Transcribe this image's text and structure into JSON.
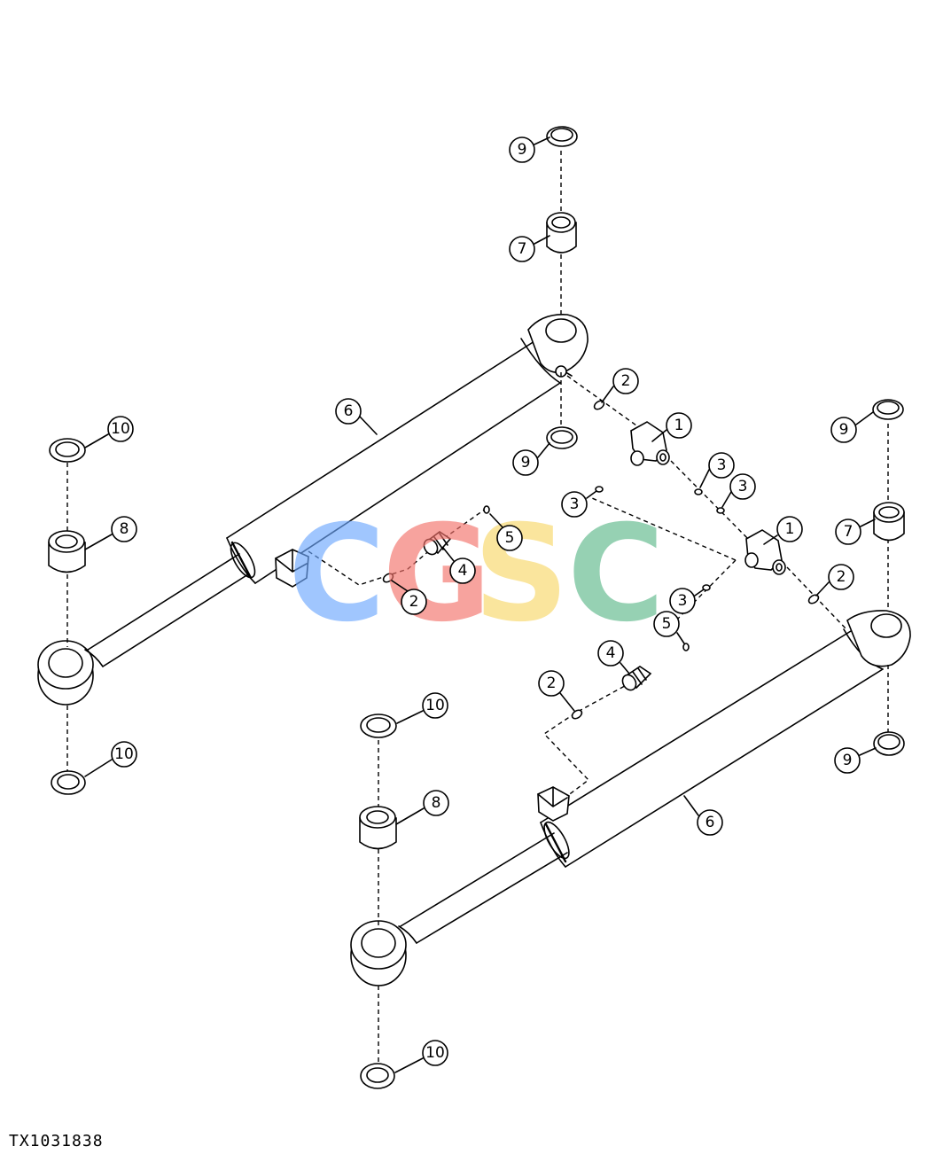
{
  "figure_id": "TX1031838",
  "watermark": {
    "letters": [
      "C",
      "G",
      "S",
      "C"
    ],
    "colors": [
      "#6ea8fe",
      "#f4726b",
      "#f8d86a",
      "#5fb98c"
    ]
  },
  "callouts": [
    {
      "label": "9"
    },
    {
      "label": "7"
    },
    {
      "label": "2"
    },
    {
      "label": "6"
    },
    {
      "label": "1"
    },
    {
      "label": "9"
    },
    {
      "label": "3"
    },
    {
      "label": "3"
    },
    {
      "label": "10"
    },
    {
      "label": "9"
    },
    {
      "label": "8"
    },
    {
      "label": "3"
    },
    {
      "label": "5"
    },
    {
      "label": "7"
    },
    {
      "label": "1"
    },
    {
      "label": "4"
    },
    {
      "label": "2"
    },
    {
      "label": "2"
    },
    {
      "label": "3"
    },
    {
      "label": "5"
    },
    {
      "label": "4"
    },
    {
      "label": "10"
    },
    {
      "label": "2"
    },
    {
      "label": "10"
    },
    {
      "label": "9"
    },
    {
      "label": "8"
    },
    {
      "label": "6"
    },
    {
      "label": "10"
    }
  ]
}
